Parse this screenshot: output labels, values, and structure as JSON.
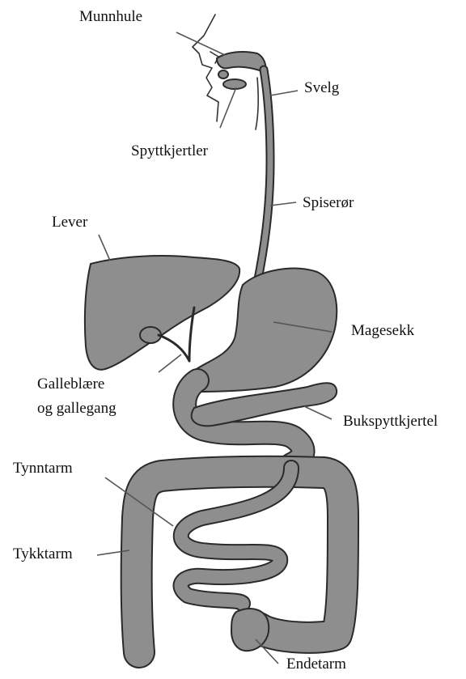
{
  "labels": {
    "munnhule": "Munnhule",
    "svelg": "Svelg",
    "spyttkjertler": "Spyttkjertler",
    "spiseror": "Spiserør",
    "lever": "Lever",
    "magesekk": "Magesekk",
    "galleblaere_line1": "Galleblære",
    "galleblaere_line2": "og gallegang",
    "bukspyttkjertel": "Bukspyttkjertel",
    "tynntarm": "Tynntarm",
    "tykktarm": "Tykktarm",
    "endetarm": "Endetarm"
  },
  "colors": {
    "organ_fill": "#8e8e8e",
    "outline": "#2a2a2a",
    "leader": "#555555",
    "background": "#ffffff"
  }
}
